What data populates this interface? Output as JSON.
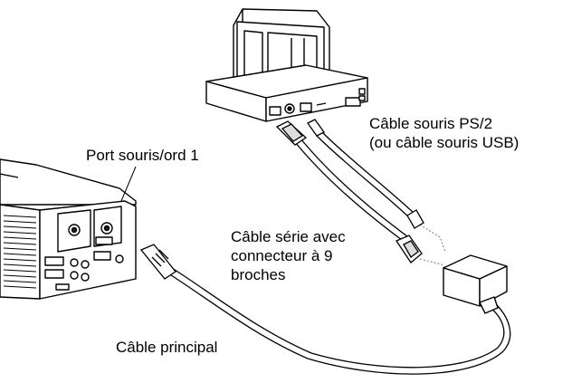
{
  "labels": {
    "port": "Port souris/ord 1",
    "ps2_line1": "Câble souris PS/2",
    "ps2_line2": "(ou câble souris USB)",
    "serial_line1": "Câble série avec",
    "serial_line2": "connecteur à 9",
    "serial_line3": "broches",
    "main_cable": "Câble principal"
  },
  "colors": {
    "stroke": "#000000",
    "fill": "#ffffff",
    "dark": "#222222"
  }
}
